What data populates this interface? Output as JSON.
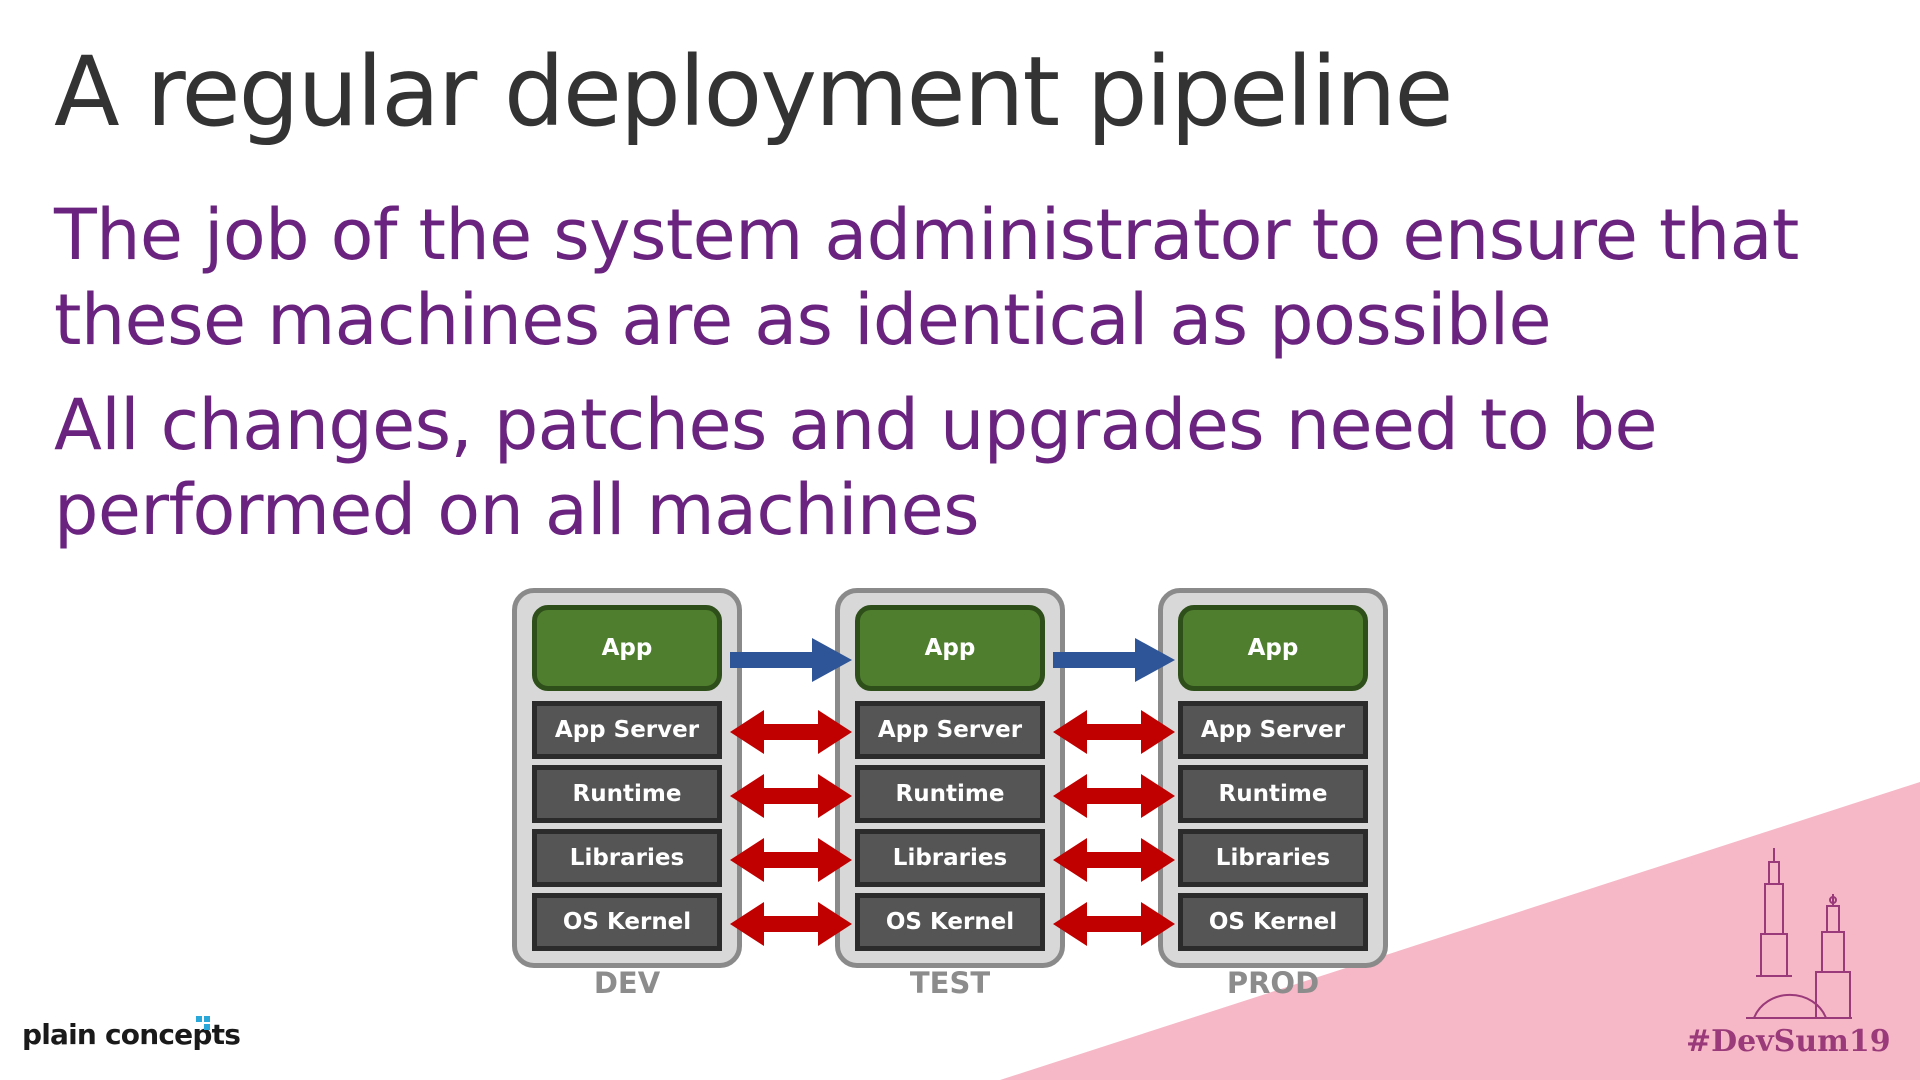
{
  "slide": {
    "title": "A regular deployment pipeline",
    "bullets": [
      {
        "line1": "The job of the system administrator to ensure that",
        "line2": "these machines are as identical as possible"
      },
      {
        "line1": "All changes, patches and upgrades need to be",
        "line2": "performed on all machines"
      }
    ]
  },
  "diagram": {
    "environments": [
      {
        "label": "DEV",
        "layers": {
          "app": "App",
          "app_server": "App Server",
          "runtime": "Runtime",
          "libraries": "Libraries",
          "os_kernel": "OS Kernel"
        }
      },
      {
        "label": "TEST",
        "layers": {
          "app": "App",
          "app_server": "App Server",
          "runtime": "Runtime",
          "libraries": "Libraries",
          "os_kernel": "OS Kernel"
        }
      },
      {
        "label": "PROD",
        "layers": {
          "app": "App",
          "app_server": "App Server",
          "runtime": "Runtime",
          "libraries": "Libraries",
          "os_kernel": "OS Kernel"
        }
      }
    ],
    "colors": {
      "app_green": "#4f7f2e",
      "layer_gray": "#555555",
      "promote_arrow_blue": "#2e5597",
      "sync_arrow_red": "#c00000"
    }
  },
  "footer": {
    "brand": "plain concepts",
    "hashtag": "#DevSum19"
  },
  "colors": {
    "title": "#333333",
    "bullet_text": "#6b2380",
    "corner_pink": "#f6b8c6"
  }
}
